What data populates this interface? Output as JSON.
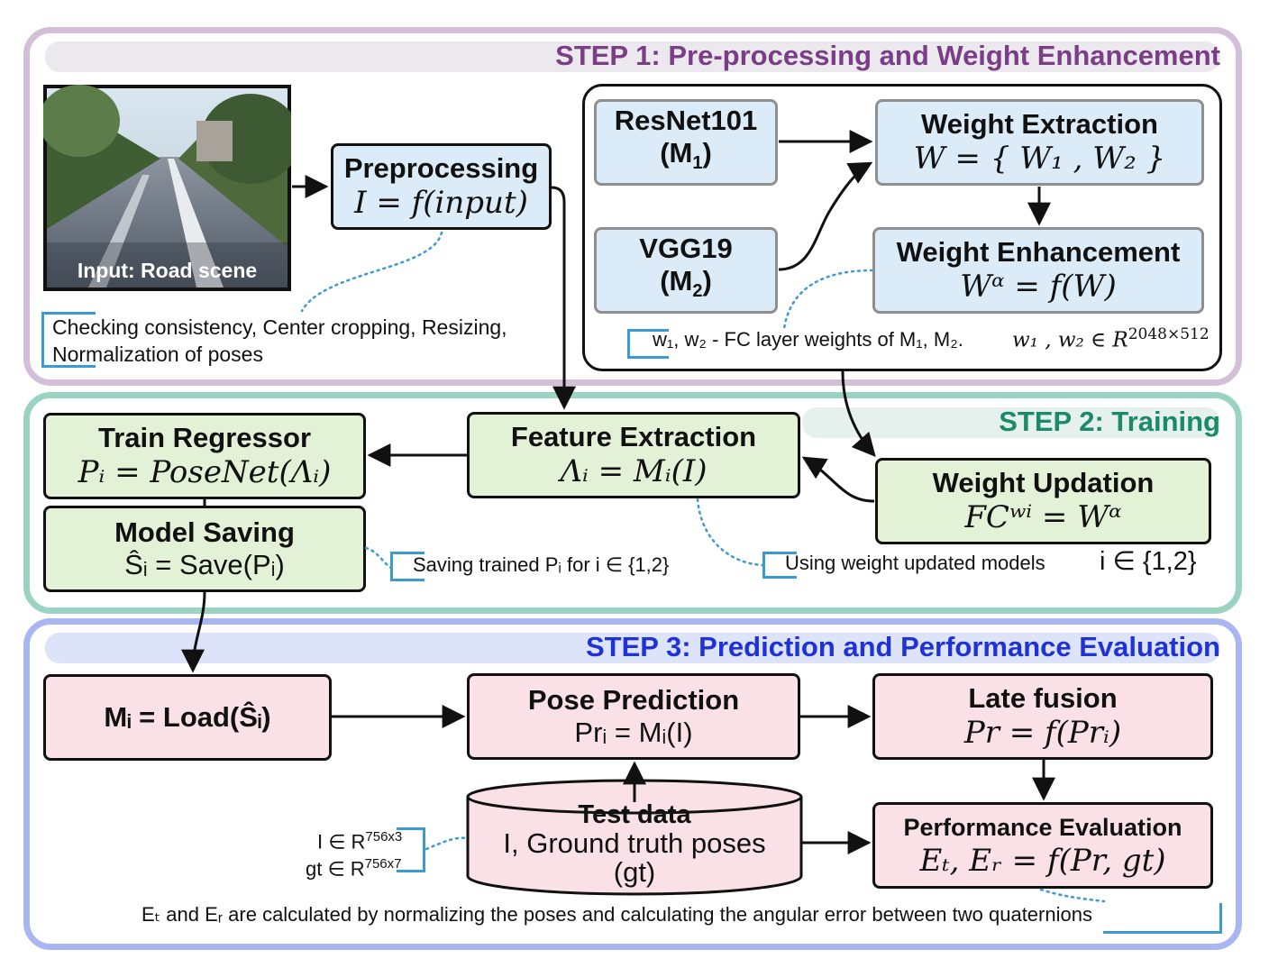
{
  "colors": {
    "step1_border": "#d3bfd8",
    "step1_title": "#7a3e87",
    "step2_border": "#9bd3c2",
    "step2_title": "#1a8a6b",
    "step3_border": "#a9b6f2",
    "step3_title": "#1e32d6",
    "blue_box": "#dbebf7",
    "green_box": "#e3f1d6",
    "pink_box": "#f9e1e7",
    "bracket": "#3b9bd1",
    "dotted": "#3b9bd1"
  },
  "step1": {
    "title": "STEP 1: Pre-processing and Weight Enhancement",
    "input_caption": "Input: Road scene",
    "preprocessing": {
      "title": "Preprocessing",
      "formula": "I = f(input)"
    },
    "preprocessing_note": [
      "Checking consistency, Center cropping, Resizing,",
      "Normalization of poses"
    ],
    "resnet": {
      "line1": "ResNet101",
      "line2_main": "(M",
      "line2_sub": "1",
      "line2_end": ")"
    },
    "vgg": {
      "line1": "VGG19",
      "line2_main": "(M",
      "line2_sub": "2",
      "line2_end": ")"
    },
    "weight_extraction": {
      "title": "Weight Extraction",
      "formula": "W = { W₁ , W₂ }"
    },
    "weight_enhancement": {
      "title": "Weight Enhancement",
      "formula": "Wᵅ = f(W)"
    },
    "fc_note": {
      "text": "w₁, w₂ - FC layer weights of M₁, M₂.",
      "formula": "w₁ , w₂ ∈ R",
      "sup": "2048×512"
    }
  },
  "step2": {
    "title": "STEP 2: Training",
    "train_regressor": {
      "title": "Train Regressor",
      "formula": "Pᵢ = PoseNet(Λᵢ)"
    },
    "feature_extraction": {
      "title": "Feature Extraction",
      "formula": "Λᵢ = Mᵢ(I)"
    },
    "weight_updation": {
      "title": "Weight Updation",
      "formula": "FCʷⁱ = Wᵅ"
    },
    "model_saving": {
      "title": "Model Saving",
      "formula": "Ŝᵢ = Save(Pᵢ)"
    },
    "saving_note": "Saving trained Pᵢ for i ∈ {1,2}",
    "updated_note": "Using weight updated models",
    "updated_set": "i ∈ {1,2}"
  },
  "step3": {
    "title": "STEP 3: Prediction and Performance Evaluation",
    "load": {
      "text": "Mᵢ = Load(Ŝᵢ)"
    },
    "pose_prediction": {
      "title": "Pose Prediction",
      "formula": "Prᵢ = Mᵢ(I)"
    },
    "late_fusion": {
      "title": "Late fusion",
      "formula": "Pr = f(Prᵢ)"
    },
    "test_data": {
      "title": "Test data",
      "line2": "I, Ground truth poses",
      "line3": "(gt)"
    },
    "performance": {
      "title": "Performance  Evaluation",
      "formula": "Eₜ, Eᵣ = f(Pr, gt)"
    },
    "input_dims": {
      "line1": "I ∈ R",
      "sup1": "756x3",
      "line2": "gt ∈ R",
      "sup2": "756x7"
    },
    "footnote": "Eₜ and Eᵣ are calculated by normalizing the poses and calculating the angular error between two quaternions"
  }
}
